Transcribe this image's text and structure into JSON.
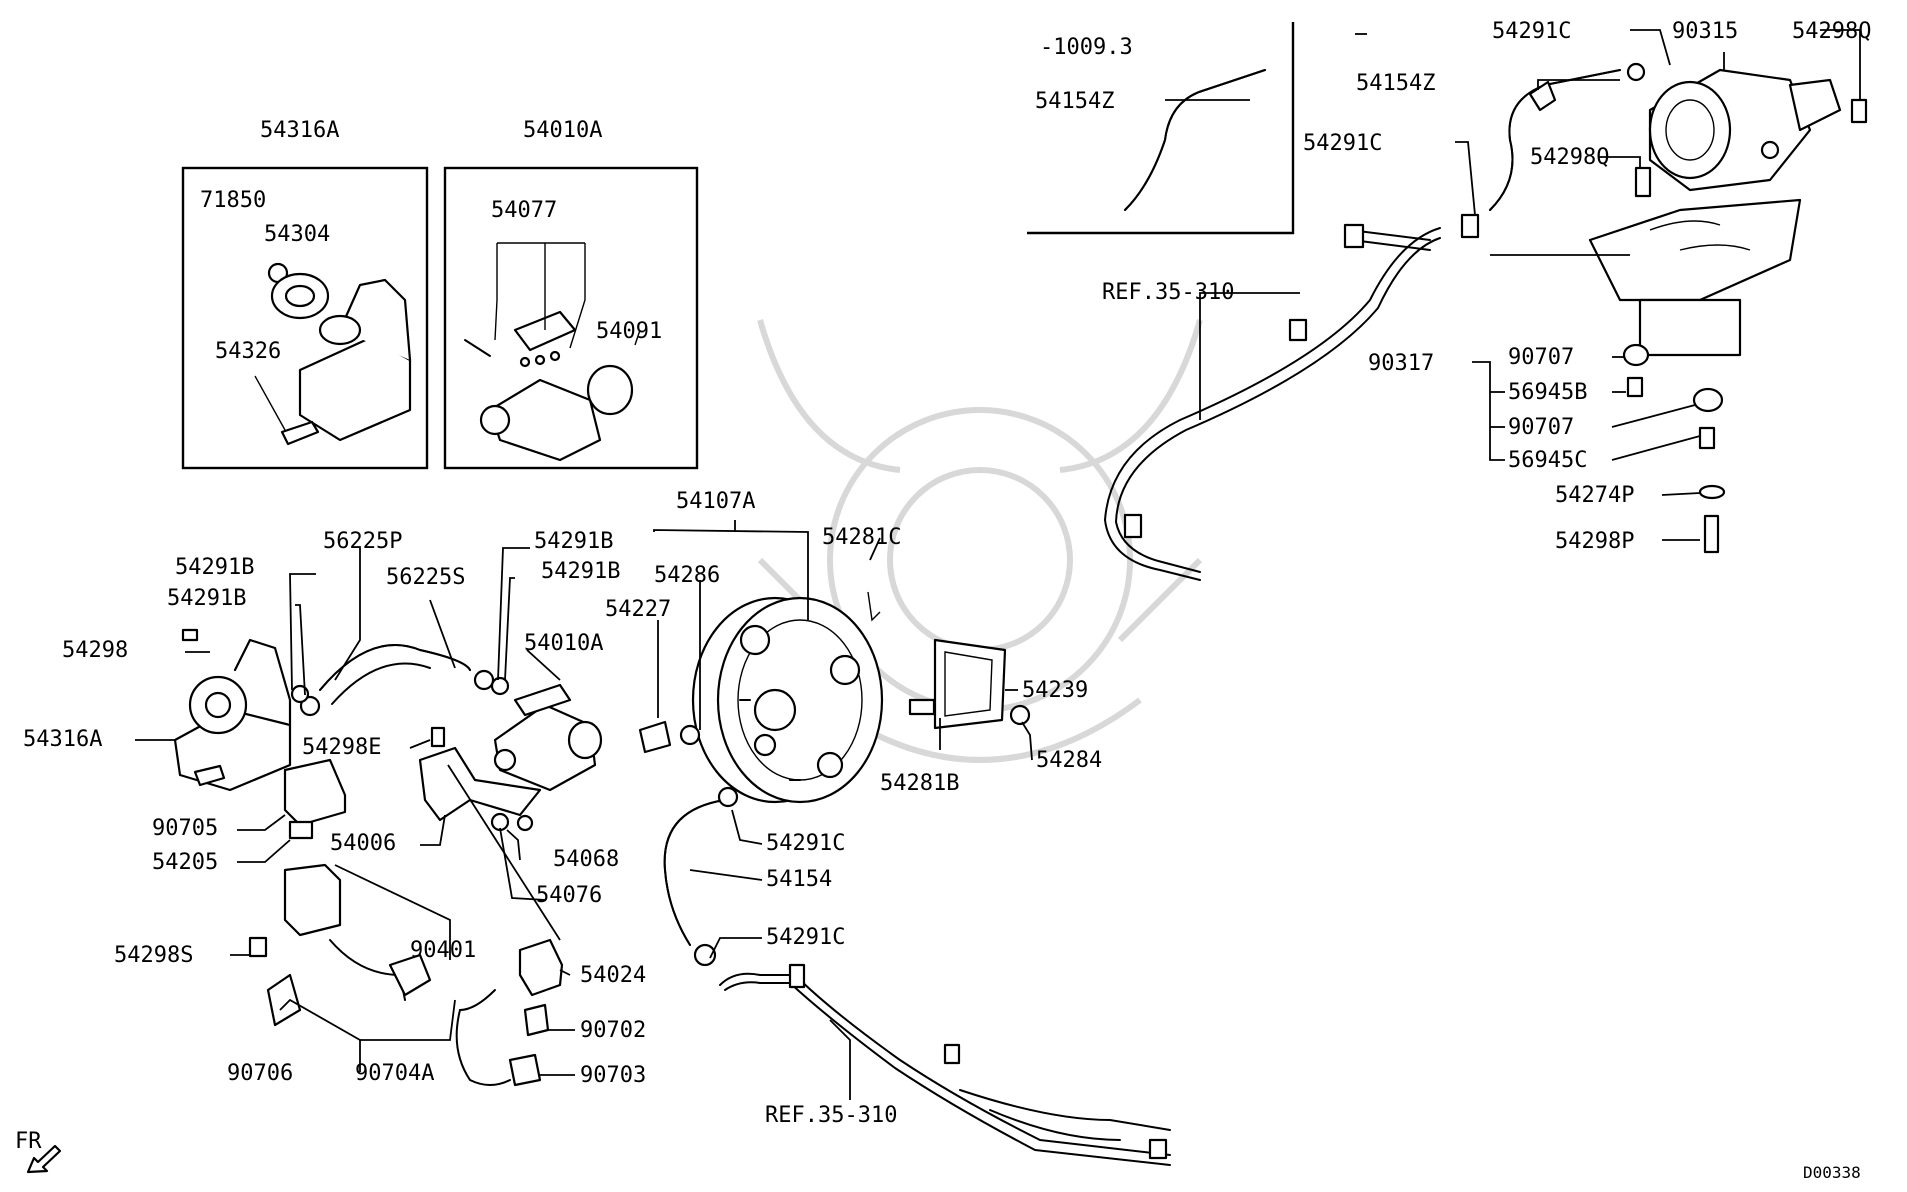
{
  "diagram_id": "D00338",
  "orientation_label": "FR",
  "inset_note": "-1009.3",
  "labels": {
    "l_54316A_box": "54316A",
    "l_54010A_box": "54010A",
    "l_71850": "71850",
    "l_54304": "54304",
    "l_54326": "54326",
    "l_54077": "54077",
    "l_54091": "54091",
    "l_56225P": "56225P",
    "l_54291B_a": "54291B",
    "l_54291B_b": "54291B",
    "l_54291B_c": "54291B",
    "l_54291B_d": "54291B",
    "l_56225S": "56225S",
    "l_54010A": "54010A",
    "l_54298": "54298",
    "l_54316A": "54316A",
    "l_54298E": "54298E",
    "l_90705": "90705",
    "l_54006": "54006",
    "l_54068": "54068",
    "l_54205": "54205",
    "l_54076": "54076",
    "l_54298S": "54298S",
    "l_90401": "90401",
    "l_54024": "54024",
    "l_90702": "90702",
    "l_90706": "90706",
    "l_90704A": "90704A",
    "l_90703": "90703",
    "l_54107A": "54107A",
    "l_54286": "54286",
    "l_54227": "54227",
    "l_54281C": "54281C",
    "l_54239": "54239",
    "l_54284": "54284",
    "l_54281B": "54281B",
    "l_54291C_mid1": "54291C",
    "l_54154": "54154",
    "l_54291C_mid2": "54291C",
    "l_ref_bottom": "REF.35-310",
    "l_54154Z_inset": "54154Z",
    "l_54291C_top": "54291C",
    "l_90315": "90315",
    "l_54298Q_top": "54298Q",
    "l_54154Z": "54154Z",
    "l_54291C_right": "54291C",
    "l_54298Q_mid": "54298Q",
    "l_ref_top": "REF.35-310",
    "l_90317": "90317",
    "l_90707_a": "90707",
    "l_56945B": "56945B",
    "l_90707_b": "90707",
    "l_56945C": "56945C",
    "l_54274P": "54274P",
    "l_54298P": "54298P"
  }
}
